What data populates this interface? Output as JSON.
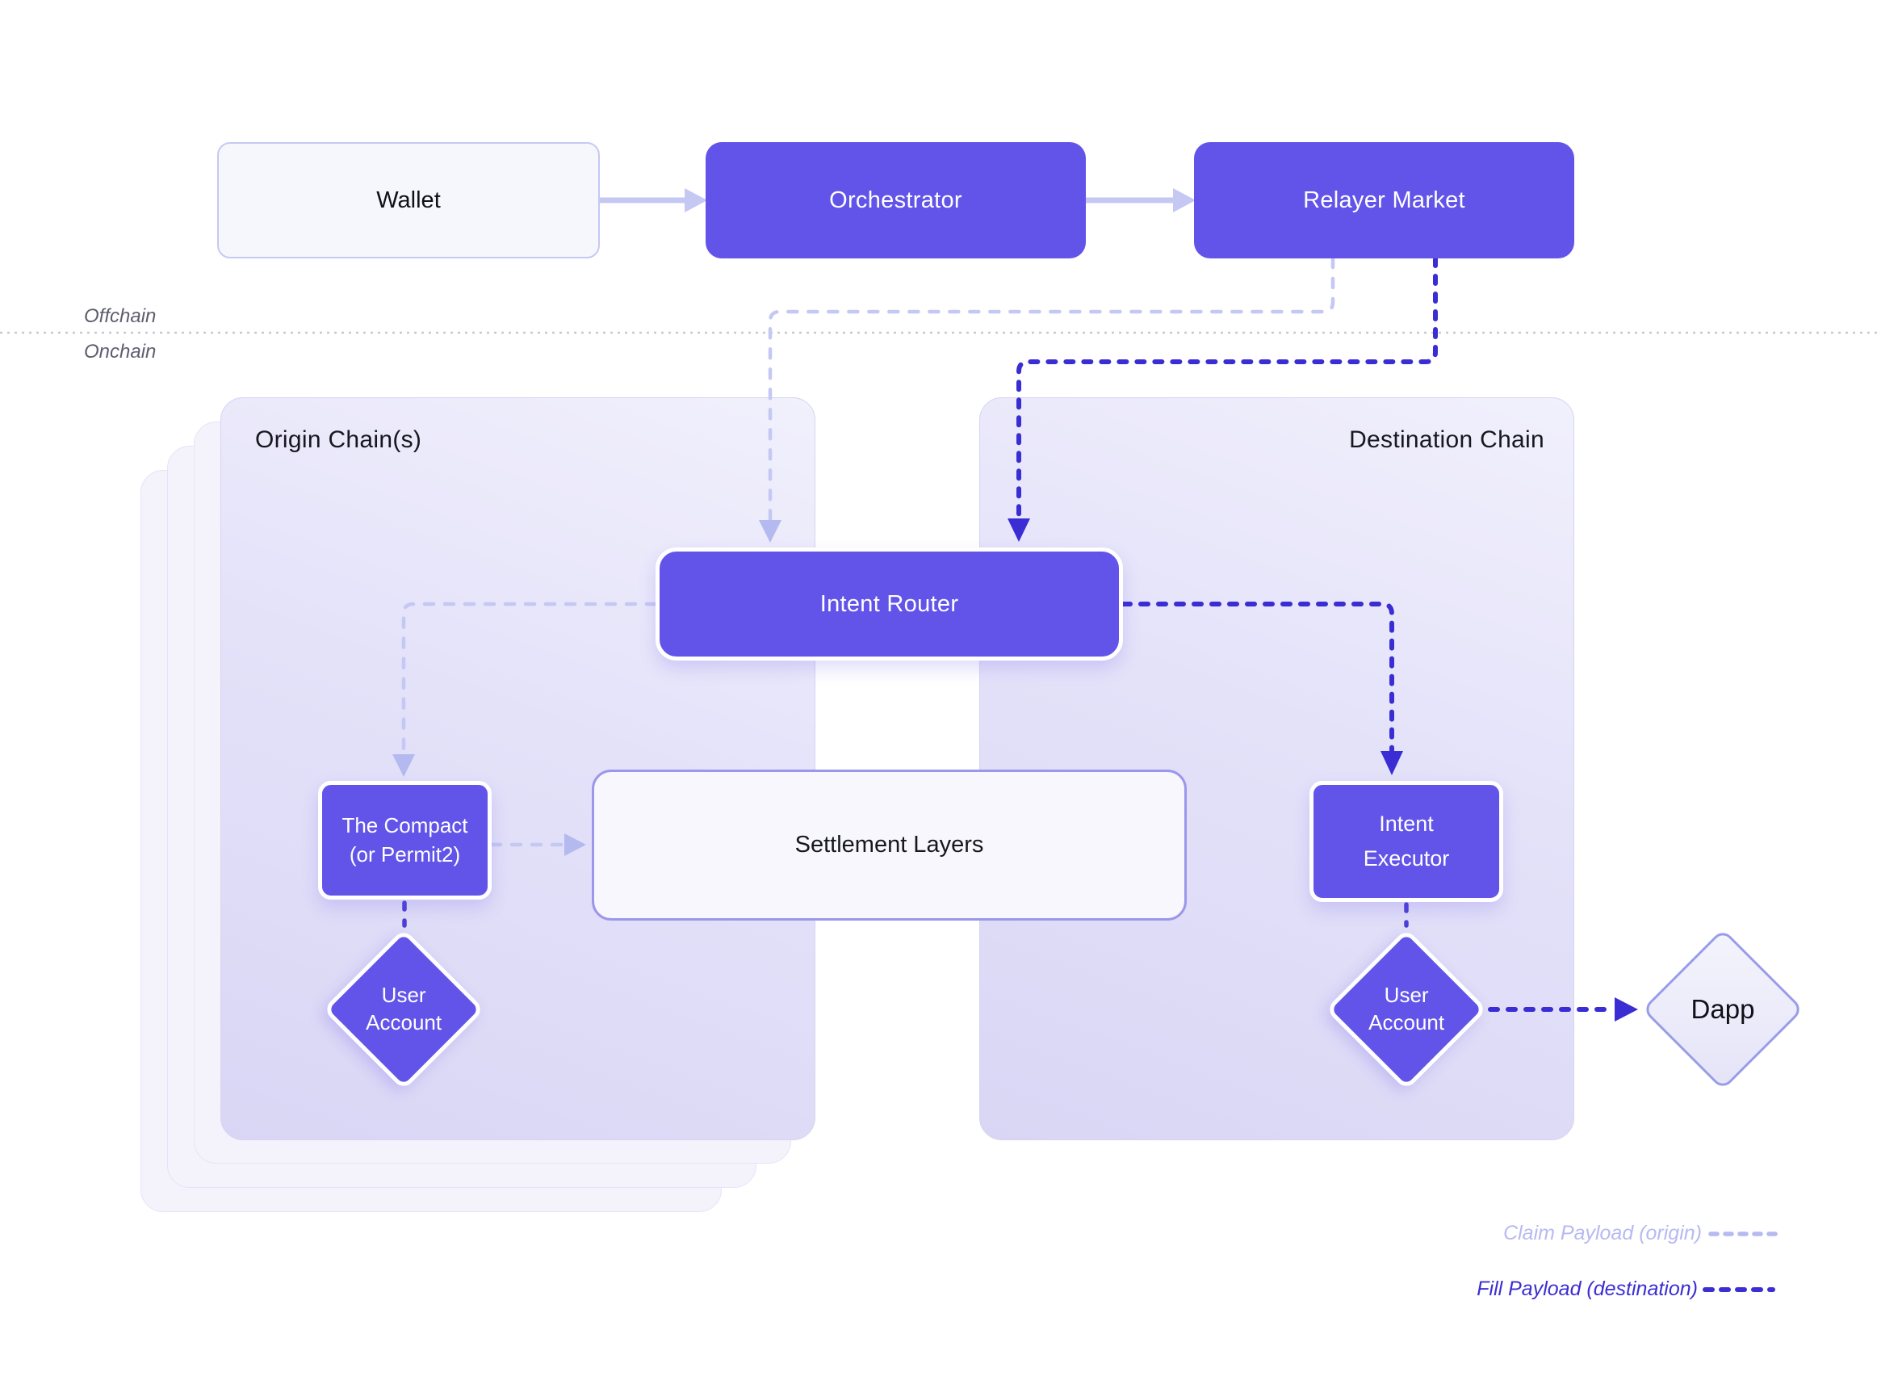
{
  "colors": {
    "purple": "#6254e9",
    "dark-dash": "#3a2dd3",
    "light-dash": "#c4c8f3",
    "light-head": "#b4b9f0",
    "connector": "#4c40d7",
    "divider": "#c8c8d2",
    "legend-light": "#b6baf1",
    "legend-dark": "#3c2ed3"
  },
  "top_row": {
    "wallet": "Wallet",
    "orchestrator": "Orchestrator",
    "relayer_market": "Relayer Market"
  },
  "divider": {
    "offchain": "Offchain",
    "onchain": "Onchain"
  },
  "panels": {
    "origin_title": "Origin Chain(s)",
    "destination_title": "Destination Chain"
  },
  "nodes": {
    "intent_router": "Intent Router",
    "the_compact": {
      "line1": "The Compact",
      "line2": "(or Permit2)"
    },
    "settlement_layers": "Settlement Layers",
    "intent_executor": {
      "line1": "Intent",
      "line2": "Executor"
    },
    "user_account_origin": {
      "line1": "User",
      "line2": "Account"
    },
    "user_account_destination": {
      "line1": "User",
      "line2": "Account"
    },
    "dapp": "Dapp"
  },
  "legend": {
    "claim": "Claim Payload (origin)",
    "fill": "Fill Payload (destination)"
  }
}
